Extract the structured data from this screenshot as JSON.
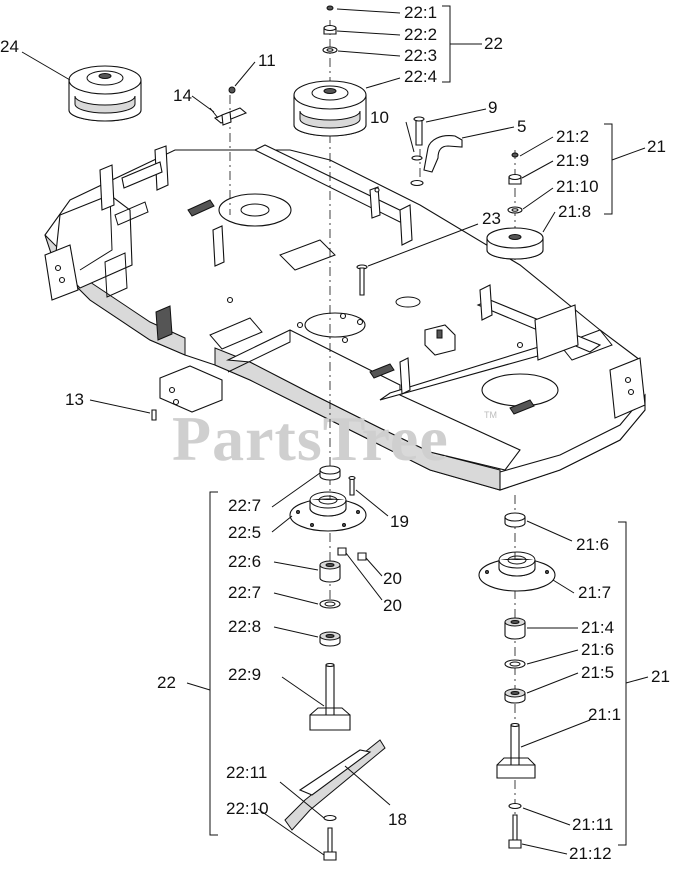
{
  "watermark": {
    "text": "PartsTree",
    "trademark": "TM"
  },
  "labels": {
    "l24": "24",
    "l11": "11",
    "l14": "14",
    "l22_1": "22:1",
    "l22_2": "22:2",
    "l22_3": "22:3",
    "l22_4": "22:4",
    "l22_top": "22",
    "l9": "9",
    "l10": "10",
    "l5": "5",
    "l21_2": "21:2",
    "l21_9": "21:9",
    "l21_10": "21:10",
    "l21_8": "21:8",
    "l21_top": "21",
    "l23": "23",
    "l13": "13",
    "l22_7a": "22:7",
    "l22_5": "22:5",
    "l19": "19",
    "l22_6": "22:6",
    "l20a": "20",
    "l20b": "20",
    "l22_7b": "22:7",
    "l22_8": "22:8",
    "l22_left": "22",
    "l22_9": "22:9",
    "l22_11": "22:11",
    "l22_10": "22:10",
    "l18": "18",
    "l21_6a": "21:6",
    "l21_7": "21:7",
    "l21_4": "21:4",
    "l21_6b": "21:6",
    "l21_5": "21:5",
    "l21_right": "21",
    "l21_1": "21:1",
    "l21_11": "21:11",
    "l21_12": "21:12"
  }
}
